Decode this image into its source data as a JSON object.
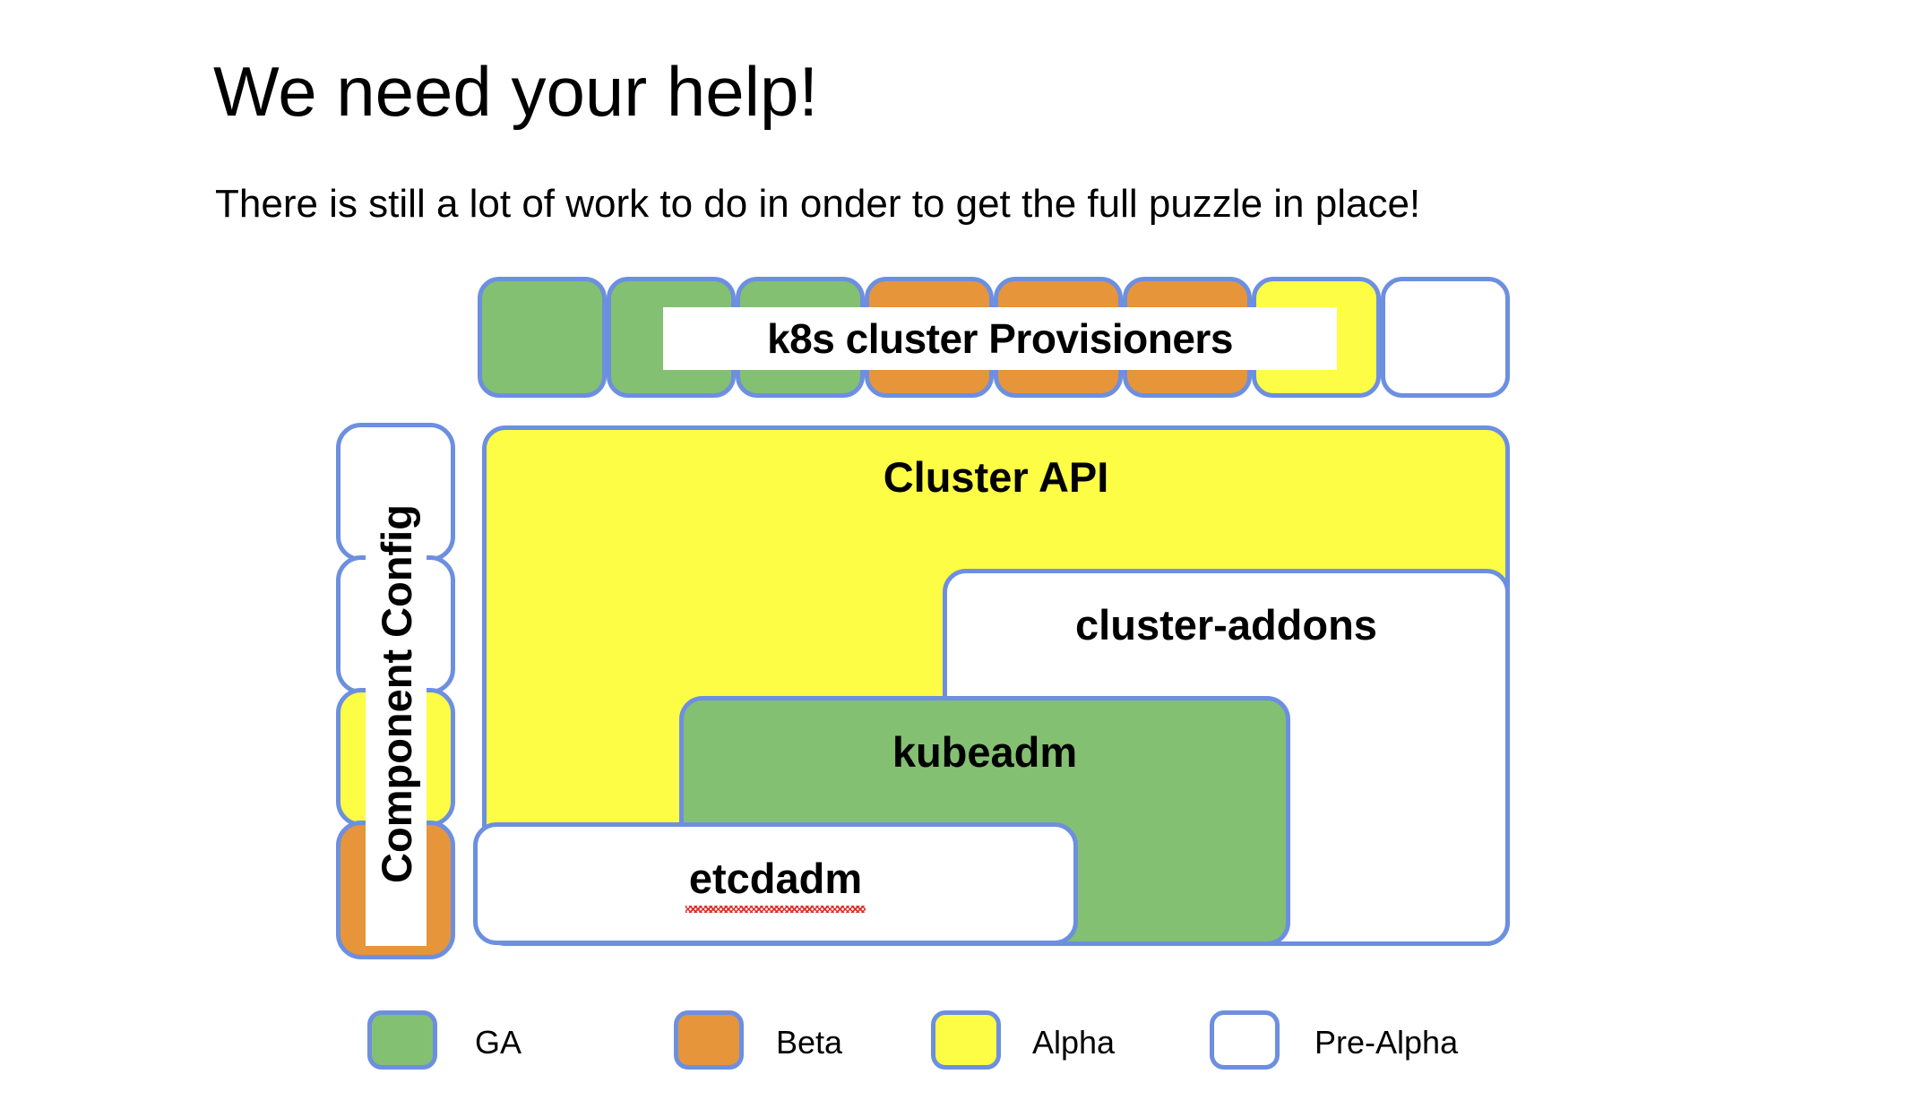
{
  "slide": {
    "title": "We need your help!",
    "subtitle": "There is still a lot of work to do in onder to get the full puzzle in place!"
  },
  "provisioners": {
    "label": "k8s cluster Provisioners",
    "boxes": [
      {
        "status": "GA",
        "color": "#84c071"
      },
      {
        "status": "GA",
        "color": "#84c071"
      },
      {
        "status": "GA",
        "color": "#84c071"
      },
      {
        "status": "Beta",
        "color": "#e7953b"
      },
      {
        "status": "Beta",
        "color": "#e7953b"
      },
      {
        "status": "Beta",
        "color": "#e7953b"
      },
      {
        "status": "Alpha",
        "color": "#fdfd45"
      },
      {
        "status": "Pre-Alpha",
        "color": "#ffffff"
      }
    ]
  },
  "component_config": {
    "label": "Component Config",
    "boxes": [
      {
        "status": "Pre-Alpha",
        "color": "#ffffff"
      },
      {
        "status": "Pre-Alpha",
        "color": "#ffffff"
      },
      {
        "status": "Alpha",
        "color": "#fdfd45"
      },
      {
        "status": "Beta",
        "color": "#e7953b"
      }
    ]
  },
  "stack": {
    "cluster_api": {
      "label": "Cluster API",
      "status": "Alpha",
      "color": "#fdfd45"
    },
    "cluster_addons": {
      "label": "cluster-addons",
      "status": "Pre-Alpha",
      "color": "#ffffff"
    },
    "kubeadm": {
      "label": "kubeadm",
      "status": "GA",
      "color": "#84c071"
    },
    "etcdadm": {
      "label": "etcdadm",
      "status": "Pre-Alpha",
      "color": "#ffffff",
      "spellcheck_flagged": true
    }
  },
  "legend": {
    "items": [
      {
        "label": "GA",
        "color": "#84c071"
      },
      {
        "label": "Beta",
        "color": "#e7953b"
      },
      {
        "label": "Alpha",
        "color": "#fdfd45"
      },
      {
        "label": "Pre-Alpha",
        "color": "#ffffff"
      }
    ]
  },
  "palette": {
    "border": "#6d8fe0",
    "ga": "#84c071",
    "beta": "#e7953b",
    "alpha": "#fdfd45",
    "pre_alpha": "#ffffff",
    "spell_error": "#d93025"
  }
}
